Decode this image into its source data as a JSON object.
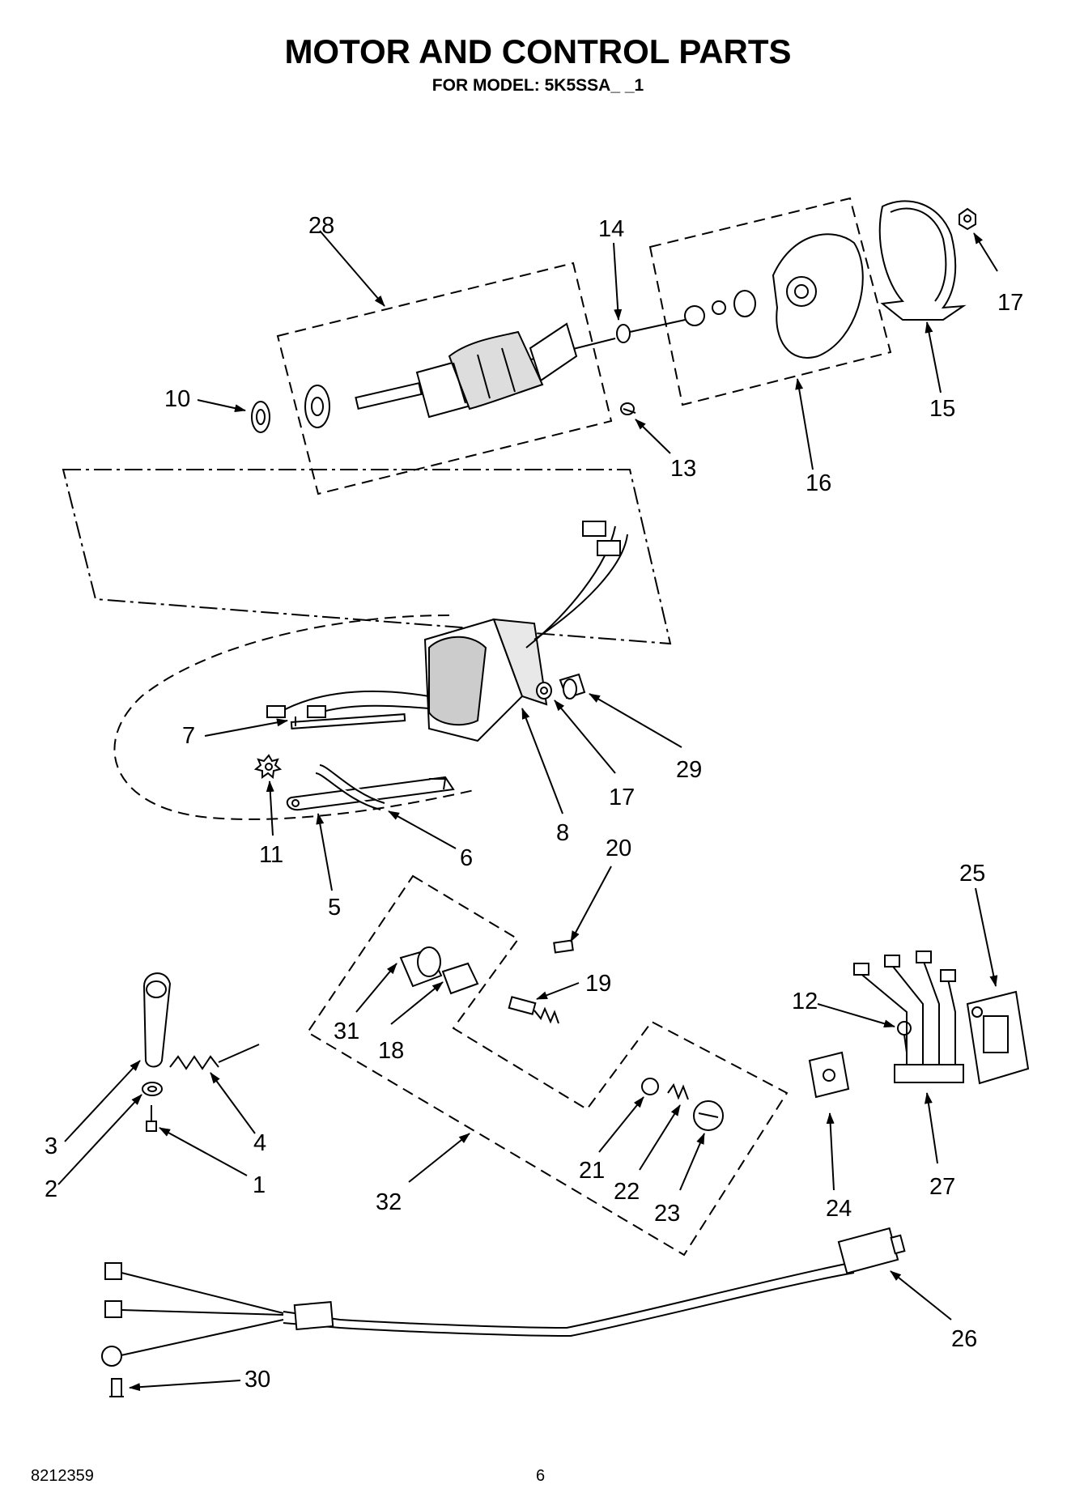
{
  "header": {
    "title": "MOTOR AND CONTROL PARTS",
    "subtitle": "FOR MODEL: 5K5SSA_ _1"
  },
  "footer": {
    "doc_number": "8212359",
    "page_number": "6"
  },
  "callouts": {
    "c1": "1",
    "c2": "2",
    "c3": "3",
    "c4": "4",
    "c5": "5",
    "c6": "6",
    "c7": "7",
    "c8": "8",
    "c10": "10",
    "c11": "11",
    "c12": "12",
    "c13": "13",
    "c14": "14",
    "c15": "15",
    "c16": "16",
    "c17a": "17",
    "c17b": "17",
    "c18": "18",
    "c19": "19",
    "c20": "20",
    "c21": "21",
    "c22": "22",
    "c23": "23",
    "c24": "24",
    "c25": "25",
    "c26": "26",
    "c27": "27",
    "c28": "28",
    "c29": "29",
    "c30": "30",
    "c31": "31",
    "c32": "32"
  }
}
